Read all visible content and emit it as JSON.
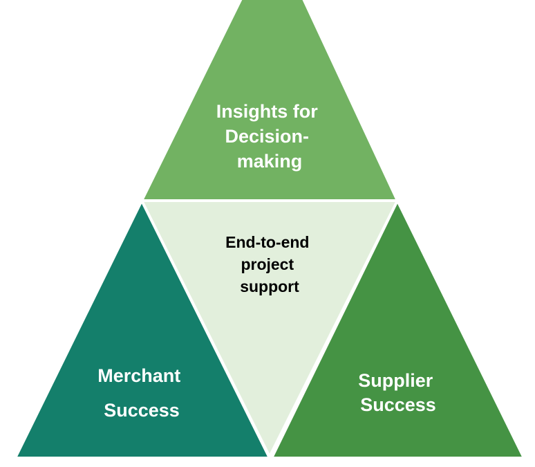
{
  "diagram": {
    "segments": {
      "top": {
        "lines": [
          "Insights for",
          "Decision-",
          "making"
        ],
        "color": "#72b262"
      },
      "center": {
        "lines": [
          "End-to-end",
          "project",
          "support"
        ],
        "color": "#e2efdc"
      },
      "left": {
        "lines": [
          "Merchant",
          "Success"
        ],
        "color": "#147f6b"
      },
      "right": {
        "lines": [
          "Supplier",
          "Success"
        ],
        "color": "#459344"
      }
    }
  }
}
